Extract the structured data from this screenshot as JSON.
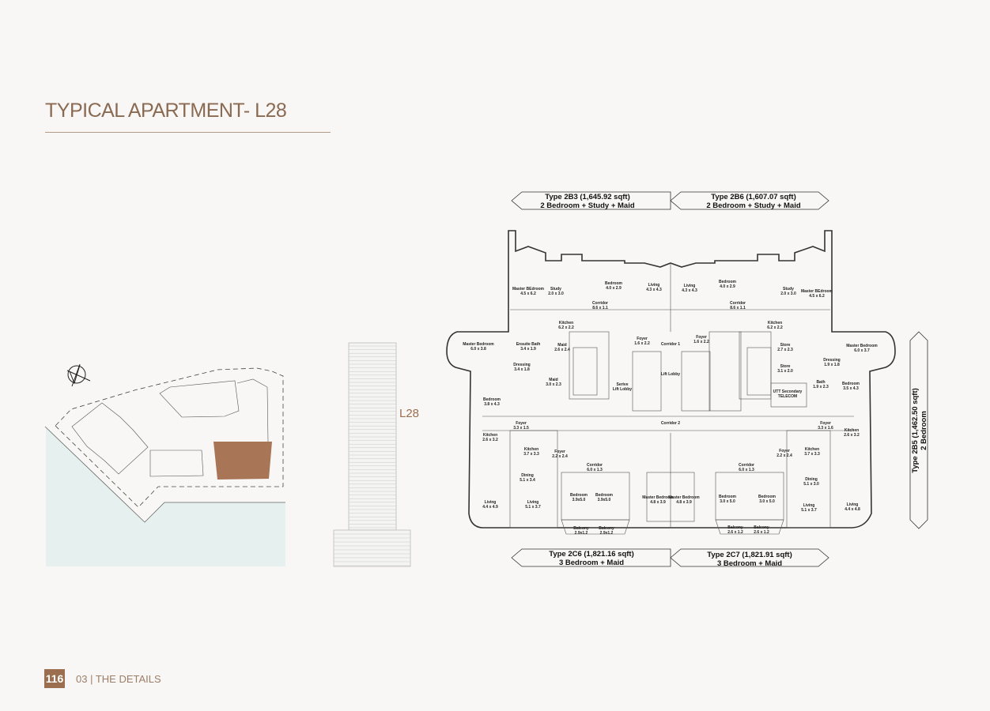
{
  "page": {
    "title": "TYPICAL APARTMENT- L28",
    "page_number": "116",
    "section": "03 | THE DETAILS",
    "level_label": "L28"
  },
  "colors": {
    "accent": "#9a6e4e",
    "highlight": "#a87656",
    "water": "#e6f1ef",
    "background": "#f8f7f5"
  },
  "units": [
    {
      "type": "Type 2B3 (1,645.92 sqft)",
      "desc": "2 Bedroom + Study + Maid"
    },
    {
      "type": "Type 2B6 (1,607.07 sqft)",
      "desc": "2 Bedroom + Study + Maid"
    },
    {
      "type": "Type 2C6 (1,821.16 sqft)",
      "desc": "3 Bedroom + Maid"
    },
    {
      "type": "Type 2C7 (1,821.91 sqft)",
      "desc": "3 Bedroom + Maid"
    },
    {
      "type": "Type 2B5 (1,462.50 sqft)",
      "desc": "2 Bedroom"
    }
  ],
  "rooms": [
    {
      "name": "Master BEdroom",
      "size": "4.5 x 6.2"
    },
    {
      "name": "Study",
      "size": "2.0 x 3.0"
    },
    {
      "name": "Bedroom",
      "size": "4.0 x 2.9"
    },
    {
      "name": "Living",
      "size": "4.3 x 4.3"
    },
    {
      "name": "Corridor",
      "size": "8.6 x 1.1"
    },
    {
      "name": "Kitchen",
      "size": "6.2 x 2.2"
    },
    {
      "name": "Maid",
      "size": "2.6 x 2.4"
    },
    {
      "name": "Master Bedroom",
      "size": "6.0 x 3.8"
    },
    {
      "name": "Ensuite Bath",
      "size": "3.4 x 1.9"
    },
    {
      "name": "Dressing",
      "size": "3.4 x 1.8"
    },
    {
      "name": "Maid",
      "size": "3.0 x 2.3"
    },
    {
      "name": "Bedroom",
      "size": "3.8 x 4.3"
    },
    {
      "name": "Foyer",
      "size": "1.6 x 2.2"
    },
    {
      "name": "Serive",
      "size": "Lift Lobby"
    },
    {
      "name": "Corridor 1",
      "size": ""
    },
    {
      "name": "Lift Lobby",
      "size": ""
    },
    {
      "name": "Living",
      "size": "4.3 x 4.3"
    },
    {
      "name": "Bedroom",
      "size": "4.0 x 2.9"
    },
    {
      "name": "Study",
      "size": "2.0 x 3.0"
    },
    {
      "name": "Master BEdroom",
      "size": "4.5 x 6.2"
    },
    {
      "name": "Corridor",
      "size": "8.6 x 1.1"
    },
    {
      "name": "Kitchen",
      "size": "6.2 x 2.2"
    },
    {
      "name": "Foyer",
      "size": "1.6 x 2.2"
    },
    {
      "name": "Store",
      "size": "2.7 x 2.3"
    },
    {
      "name": "Store",
      "size": "3.1 x 2.0"
    },
    {
      "name": "UTT Secondary",
      "size": "TELECOM"
    },
    {
      "name": "Master Bedroom",
      "size": "6.0 x 3.7"
    },
    {
      "name": "Dressing",
      "size": "1.9 x 1.8"
    },
    {
      "name": "Bath",
      "size": "1.9 x 2.3"
    },
    {
      "name": "Bedroom",
      "size": "3.5 x 4.3"
    },
    {
      "name": "Foyer",
      "size": "3.3 x 1.5"
    },
    {
      "name": "Corridor 2",
      "size": ""
    },
    {
      "name": "Kitchen",
      "size": "2.6 x 3.2"
    },
    {
      "name": "Kitchen",
      "size": "3.7 x 3.3"
    },
    {
      "name": "Foyer",
      "size": "2.2 x 2.4"
    },
    {
      "name": "Corridor",
      "size": "6.0 x 1.3"
    },
    {
      "name": "Dining",
      "size": "5.1 x 3.4"
    },
    {
      "name": "Living",
      "size": "4.4 x 4.9"
    },
    {
      "name": "Living",
      "size": "5.1 x 3.7"
    },
    {
      "name": "Bedroom",
      "size": "3.9x5.0"
    },
    {
      "name": "Bedroom",
      "size": "3.9x5.0"
    },
    {
      "name": "Balcony",
      "size": "2.9x1.2"
    },
    {
      "name": "Balcony",
      "size": "2.9x1.2"
    },
    {
      "name": "Master Bedroom",
      "size": "4.8 x 3.9"
    },
    {
      "name": "Master Bedroom",
      "size": "4.8 x 3.9"
    },
    {
      "name": "Foyer",
      "size": "3.3 x 1.6"
    },
    {
      "name": "Kitchen",
      "size": "2.6 x 3.2"
    },
    {
      "name": "Kitchen",
      "size": "3.7 x 3.3"
    },
    {
      "name": "Foyer",
      "size": "2.2 x 2.4"
    },
    {
      "name": "Corridor",
      "size": "6.0 x 1.3"
    },
    {
      "name": "Dining",
      "size": "5.1 x 3.0"
    },
    {
      "name": "Bedroom",
      "size": "3.0 x 5.0"
    },
    {
      "name": "Bedroom",
      "size": "3.0 x 5.0"
    },
    {
      "name": "Living",
      "size": "5.1 x 3.7"
    },
    {
      "name": "Living",
      "size": "4.4 x 4.8"
    },
    {
      "name": "Balcony",
      "size": "2.6 x 1.2"
    },
    {
      "name": "Balcony",
      "size": "2.6 x 1.2"
    }
  ]
}
